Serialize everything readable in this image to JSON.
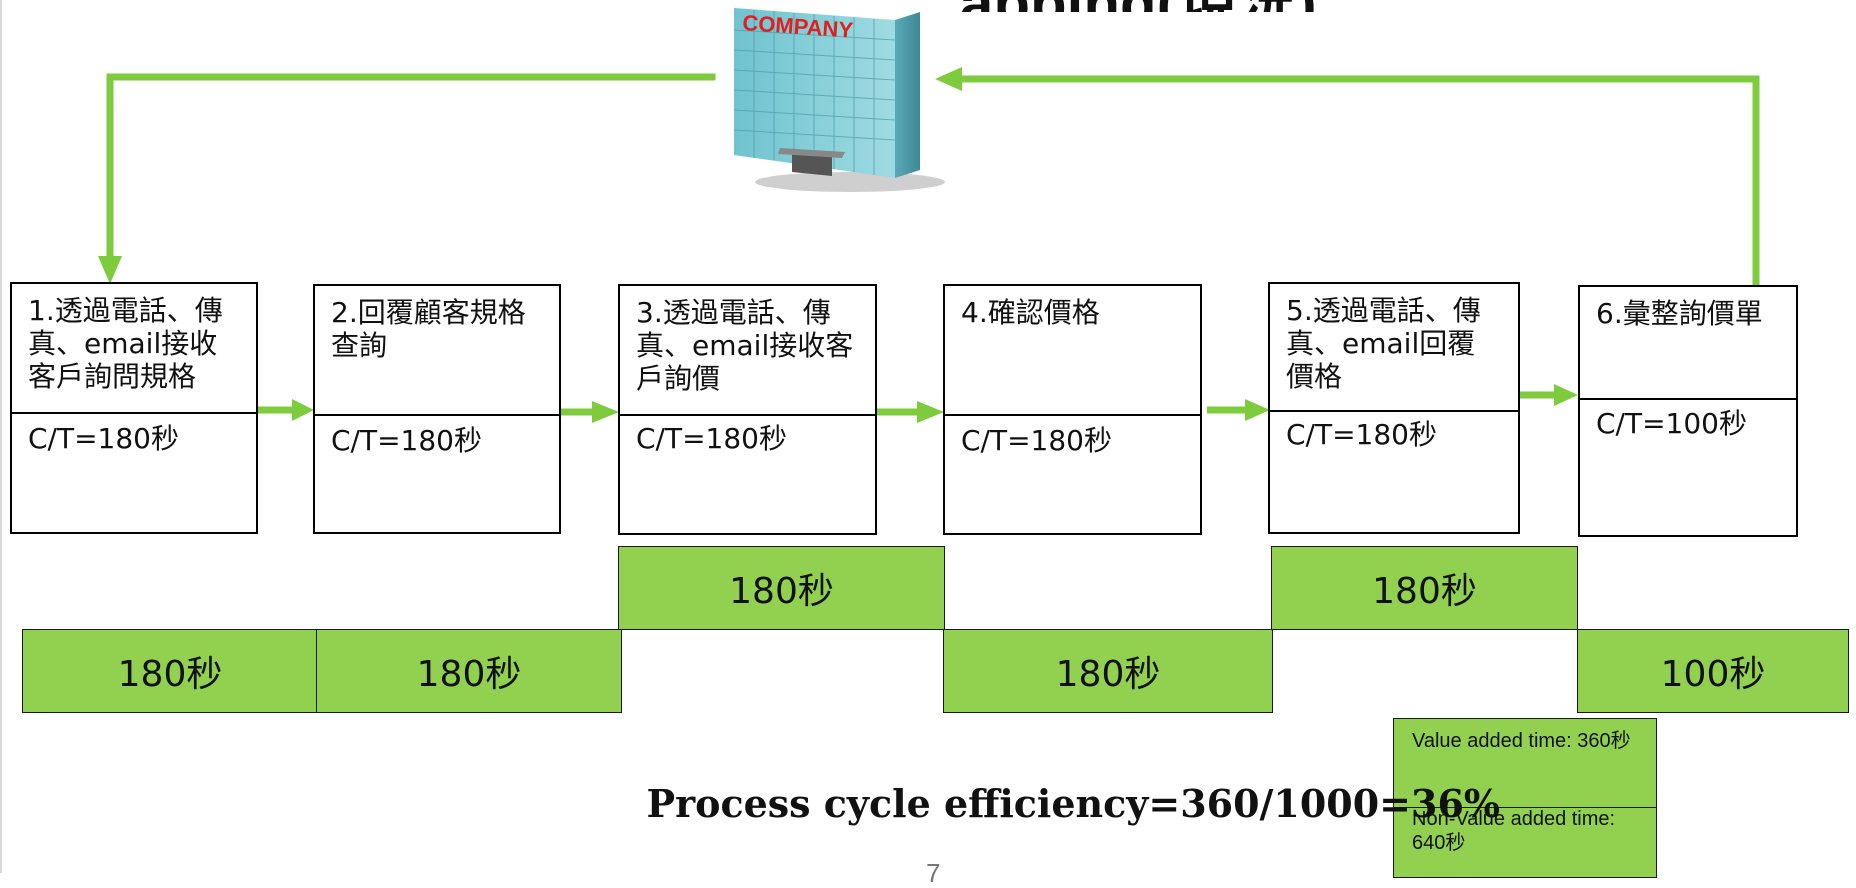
{
  "slide": {
    "title_fragment": "apping(現況)",
    "page_number": "7"
  },
  "company_sign": "COMPANY",
  "processes": [
    {
      "name": "1.透過電話、傳真、email接收客戶詢問規格",
      "ct": "C/T=180秒"
    },
    {
      "name": "2.回覆顧客規格查詢",
      "ct": "C/T=180秒"
    },
    {
      "name": "3.透過電話、傳真、email接收客戶詢價",
      "ct": "C/T=180秒"
    },
    {
      "name": "4.確認價格",
      "ct": "C/T=180秒"
    },
    {
      "name": "5.透過電話、傳真、email回覆價格",
      "ct": "C/T=180秒"
    },
    {
      "name": "6.彙整詢價單",
      "ct": "C/T=100秒"
    }
  ],
  "timeline": {
    "value_added": [
      "180秒",
      "180秒"
    ],
    "non_value_added": [
      "180秒",
      "180秒",
      "180秒",
      "100秒"
    ]
  },
  "legend": {
    "value_added": "Value added time: 360秒",
    "non_value_added": "Non-Value added time: 640秒"
  },
  "efficiency_text": "Process cycle efficiency=360/1000=36%",
  "colors": {
    "accent_green": "#92d050",
    "arrow_green": "#7ecb3e"
  }
}
